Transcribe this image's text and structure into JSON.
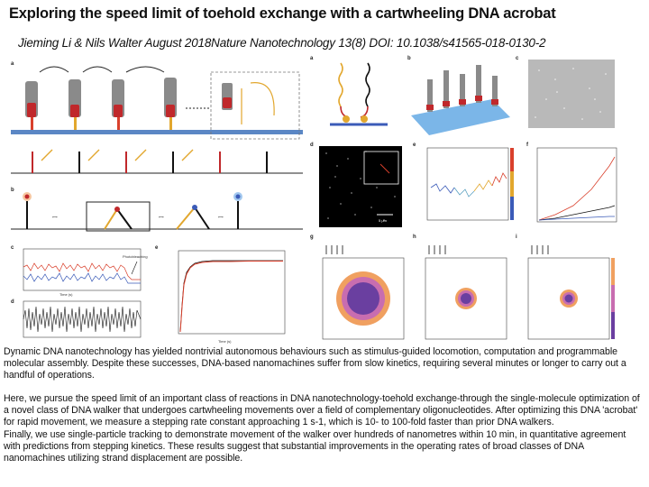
{
  "slide": {
    "title": "Exploring the speed limit of toehold exchange with a cartwheeling DNA acrobat",
    "citation": "Jieming Li & Nils Walter August 2018Nature Nanotechnology 13(8) DOI: 10.1038/s41565-018-0130-2",
    "paragraphs": [
      "Dynamic DNA nanotechnology has yielded nontrivial autonomous behaviours such as stimulus-guided locomotion, computation and programmable molecular assembly. Despite these successes, DNA-based nanomachines suffer from slow kinetics, requiring several minutes or longer to carry out a handful of operations.",
      "Here, we pursue the speed limit of an important class of reactions in DNA nanotechnology-toehold exchange-through the single-molecule optimization of a novel class of DNA walker that undergoes cartwheeling movements over a field of complementary oligonucleotides. After optimizing this DNA 'acrobat' for rapid movement, we measure a stepping rate constant approaching 1 s-1, which is 10- to 100-fold faster than prior DNA walkers.",
      "Finally, we use single-particle tracking to demonstrate movement of the walker over hundreds of nanometres within 10 min, in quantitative agreement with predictions from stepping kinetics. These results suggest that substantial improvements in the operating rates of broad classes of DNA nanomachines utilizing strand displacement are possible."
    ]
  },
  "figure": {
    "panel_letters": [
      "a",
      "b",
      "c",
      "d",
      "e",
      "f",
      "g",
      "h",
      "i"
    ],
    "panel_letters_left": [
      "a",
      "b",
      "c",
      "d",
      "e"
    ],
    "photobleaching_label": "Photobleaching",
    "scale_bar_label": "5 μm",
    "time_axis_label": "Time (s)",
    "colors": {
      "rail_blue": "#5b87c5",
      "red_trace": "#d9402c",
      "blue_trace": "#3b5bb8",
      "black_trace": "#111111",
      "helix_gray": "#8a8a8a",
      "red_node": "#c0282b",
      "gold": "#e2a72e",
      "purple": "#6a3fa0",
      "orange_halo": "#f0a060"
    }
  }
}
